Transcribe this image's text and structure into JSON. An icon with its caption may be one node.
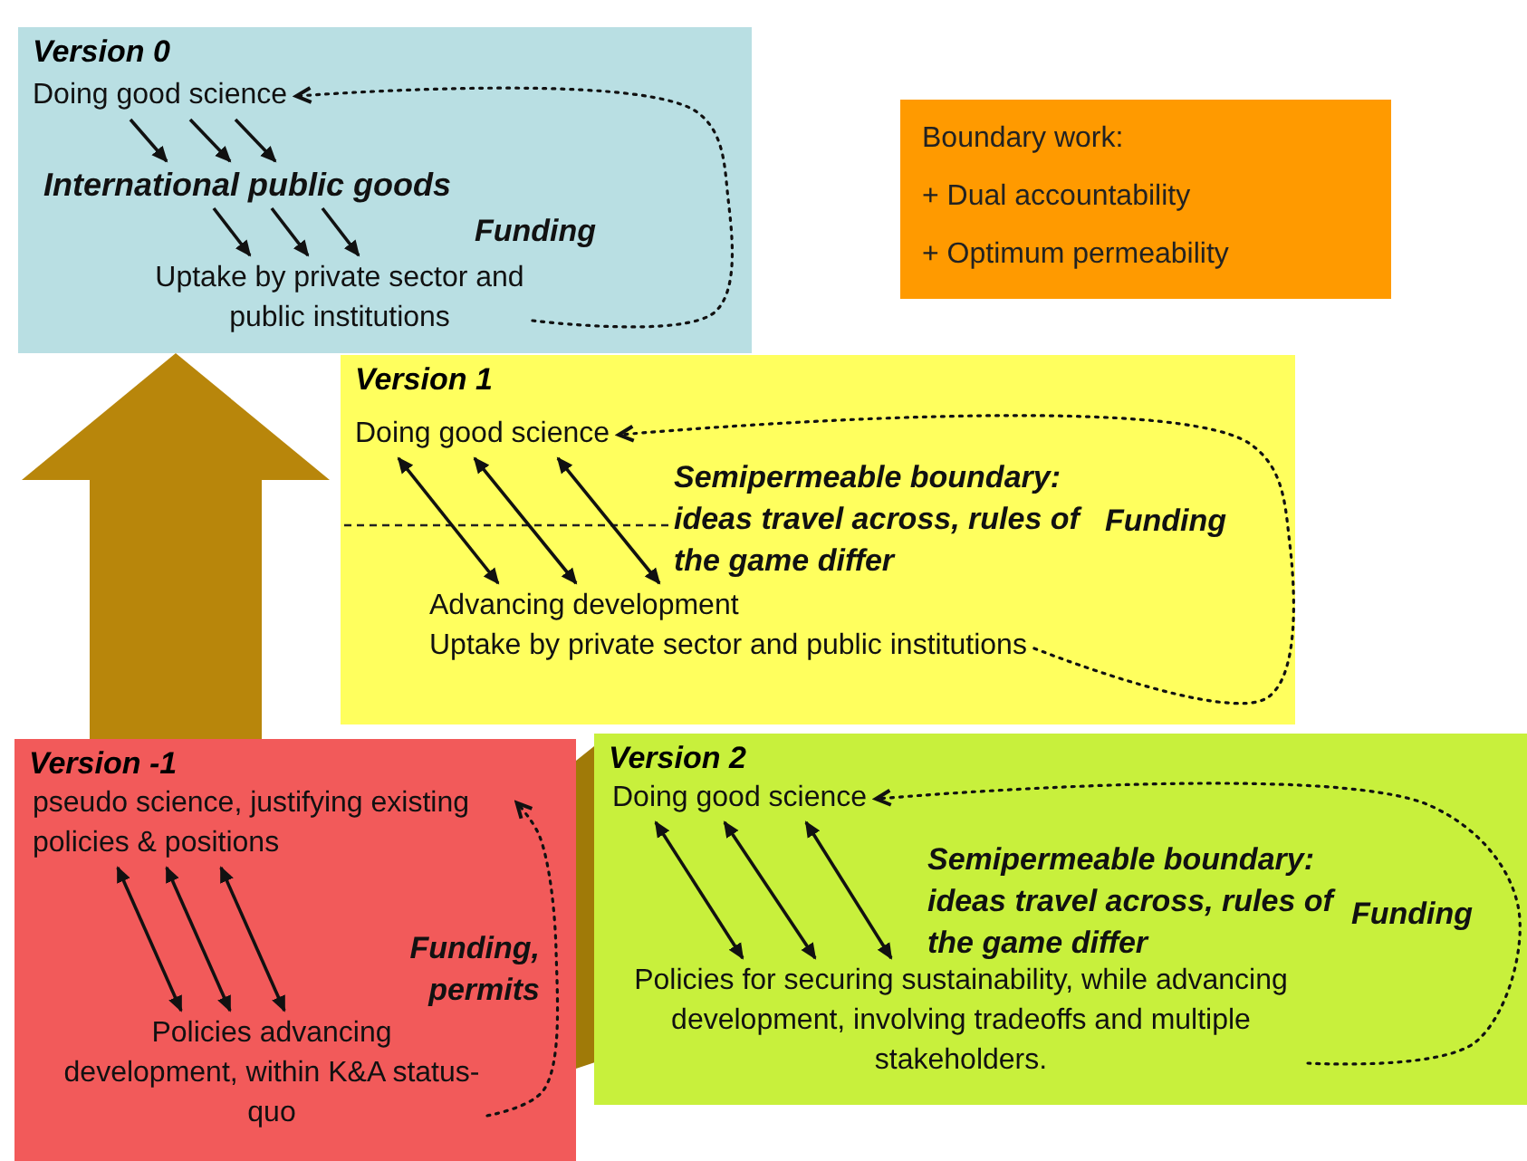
{
  "diagram": {
    "nodes": [
      {
        "text": [
          "Version 0"
        ]
      },
      {
        "text": [
          "Doing good science"
        ],
        "in": 0
      },
      {
        "text": [
          "International public goods"
        ],
        "in": 0
      },
      {
        "text": [
          "Uptake by private sector and public institutions"
        ],
        "in": 0
      },
      {
        "text": [
          "Version 1"
        ]
      },
      {
        "text": [
          "Doing good science"
        ],
        "in": 4
      },
      {
        "text": [
          "Advancing development",
          "Uptake by private sector and public institutions"
        ],
        "in": 4
      },
      {
        "text": [
          "Version -1"
        ]
      },
      {
        "text": [
          "pseudo science, justifying existing policies & positions"
        ],
        "in": 7
      },
      {
        "text": [
          "Policies advancing development, within K&A status-quo"
        ],
        "in": 7
      },
      {
        "text": [
          "Version 2"
        ]
      },
      {
        "text": [
          "Doing good science"
        ],
        "in": 10
      },
      {
        "text": [
          "Policies for securing sustainability, while advancing development, involving tradeoffs and multiple stakeholders."
        ],
        "in": 10
      },
      {
        "text": [
          "Boundary work:",
          "+ Dual accountability",
          "+ Optimum permeability"
        ]
      }
    ],
    "edges": [
      {
        "from": 1,
        "to": 2,
        "arrow": "to"
      },
      {
        "from": 1,
        "to": 2,
        "arrow": "to"
      },
      {
        "from": 1,
        "to": 2,
        "arrow": "to"
      },
      {
        "from": 2,
        "to": 3,
        "arrow": "to"
      },
      {
        "from": 2,
        "to": 3,
        "arrow": "to"
      },
      {
        "from": 2,
        "to": 3,
        "arrow": "to"
      },
      {
        "from": 3,
        "to": 1,
        "arrow": "to",
        "style": "dashed",
        "label": "Funding"
      },
      {
        "from": 5,
        "to": 6,
        "arrow": "both"
      },
      {
        "from": 5,
        "to": 6,
        "arrow": "both"
      },
      {
        "from": 5,
        "to": 6,
        "arrow": "both"
      },
      {
        "from": 6,
        "to": 5,
        "arrow": "to",
        "style": "dashed",
        "label": "Funding"
      },
      {
        "from": 8,
        "to": 9,
        "arrow": "both"
      },
      {
        "from": 8,
        "to": 9,
        "arrow": "both"
      },
      {
        "from": 8,
        "to": 9,
        "arrow": "both"
      },
      {
        "from": 9,
        "to": 8,
        "arrow": "to",
        "style": "dashed",
        "label": "Funding, permits"
      },
      {
        "from": 11,
        "to": 12,
        "arrow": "both"
      },
      {
        "from": 11,
        "to": 12,
        "arrow": "both"
      },
      {
        "from": 11,
        "to": 12,
        "arrow": "both"
      },
      {
        "from": 12,
        "to": 11,
        "arrow": "to",
        "style": "dashed",
        "label": "Funding"
      },
      {
        "from": 7,
        "to": 0,
        "arrow": "to",
        "style": "thick",
        "color": "#b8860b"
      }
    ],
    "labels": [
      "Semipermeable boundary: ideas travel across, rules of the game differ",
      "Semipermeable boundary: ideas travel across, rules of the game differ"
    ]
  }
}
